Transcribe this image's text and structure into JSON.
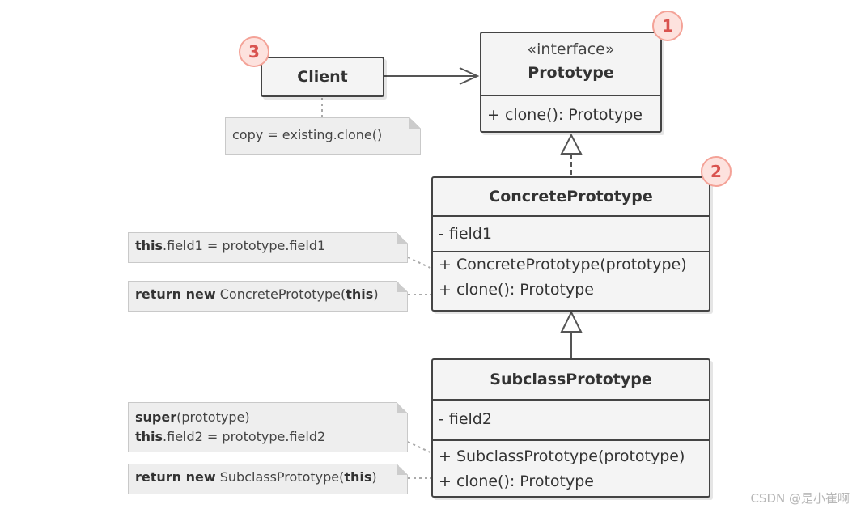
{
  "client": {
    "title": "Client",
    "note": "copy = existing.clone()"
  },
  "prototype": {
    "stereotype": "«interface»",
    "title": "Prototype",
    "methods": [
      "+ clone(): Prototype"
    ]
  },
  "concrete": {
    "title": "ConcretePrototype",
    "fields": [
      "- field1"
    ],
    "methods": [
      "+ ConcretePrototype(prototype)",
      "+ clone(): Prototype"
    ],
    "note1": {
      "kw": "this",
      "rest": ".field1 = prototype.field1"
    },
    "note2": {
      "kw": "return new",
      "mid": " ConcretePrototype(",
      "kw2": "this",
      "end": ")"
    }
  },
  "subclass": {
    "title": "SubclassPrototype",
    "fields": [
      "- field2"
    ],
    "methods": [
      "+ SubclassPrototype(prototype)",
      "+ clone(): Prototype"
    ],
    "note1": {
      "kw1": "super",
      "rest1": "(prototype)",
      "kw2": "this",
      "rest2": ".field2 = prototype.field2"
    },
    "note2": {
      "kw": "return new",
      "mid": " SubclassPrototype(",
      "kw2": "this",
      "end": ")"
    }
  },
  "badges": [
    "1",
    "2",
    "3"
  ],
  "watermark": "CSDN @是小崔啊",
  "colors": {
    "border": "#444444",
    "box": "#f4f4f4",
    "note": "#eeeeee",
    "badge_fill": "#fde2de",
    "badge_text": "#d9534f"
  }
}
